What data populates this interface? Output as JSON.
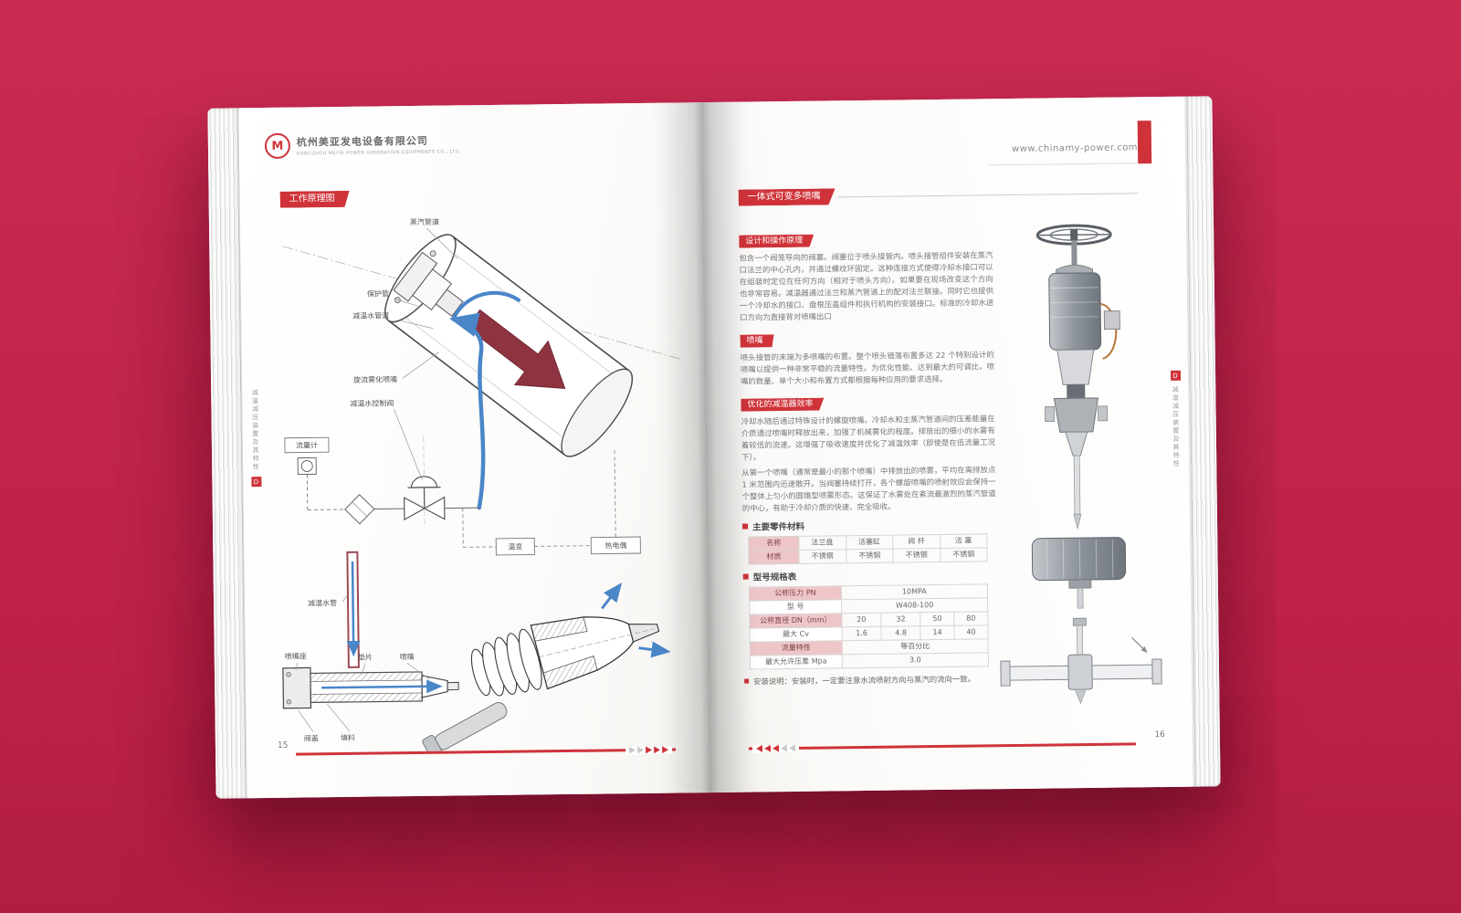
{
  "colors": {
    "background": "#bd2148",
    "accent_red": "#cf3339",
    "arrow_red": "#8e3340",
    "pipe_blue": "#4a86c8"
  },
  "left_page": {
    "logo": {
      "company_cn": "杭州美亚发电设备有限公司",
      "company_en": "HANGZHOU MEIYA POWER GENERATION EQUIPMENTS CO., LTD."
    },
    "banner": "工作原理图",
    "diagram": {
      "steam_pipe": "蒸汽管道",
      "protection_pipe": "保护管",
      "cooling_water_pipe": "减温水管道",
      "swirl_nozzle": "旋流雾化喷嘴",
      "control_valve": "减温水控制阀",
      "flow_meter": "流量计",
      "temp_transmitter": "温变",
      "thermocouple": "热电偶"
    },
    "bottom_diagram": {
      "water_tube": "减温水管",
      "nozzle_seat": "喷嘴座",
      "gasket": "垫片",
      "nozzle": "喷嘴",
      "bonnet": "阀盖",
      "packing": "填料"
    },
    "side_tab": {
      "text": "减温减压装置及其特性",
      "letter": "D"
    },
    "page_number": "15"
  },
  "right_page": {
    "website": "www.chinamy-power.com",
    "banner": "一体式可变多喷嘴",
    "sections": [
      {
        "heading": "设计和操作原理",
        "body": "包含一个阀笼导向的阀塞。阀塞位于喷头接管内。喷头接管组件安装在蒸汽口法兰的中心孔内，并通过螺纹环固定。这种连接方式使得冷却水接口可以在组装时定位在任何方向（相对于喷头方向）。如果要在现场改变这个方向也非常容易。减温器通过法兰和蒸汽管道上的配对法兰联接。同时它也提供一个冷却水的接口、盘根压盖组件和执行机构的安装接口。标准的冷却水进口方向为直接背对喷嘴出口"
      },
      {
        "heading": "喷嘴",
        "body": "喷头接管的末端为多喷嘴的布置。整个喷头错落布置多达 22 个特别设计的喷嘴以提供一种非常平稳的流量特性。为优化性能、达到最大的可调比，喷嘴的数量、单个大小和布置方式都根据每种应用的要求选择。"
      },
      {
        "heading": "优化的减温器效率",
        "body": "冷却水随后通过特殊设计的螺旋喷嘴。冷却水和主蒸汽管道间的压差能量在介质通过喷嘴时释放出来，加强了机械雾化的程度。排放出的细小的水雾有着较低的流速。这增强了吸收速度并优化了减温效率（即使是在低流量工况下）。",
        "body2": "从第一个喷嘴（通常是最小的那个喷嘴）中排放出的喷雾，平均在离排放点 1 米范围内迅速散开。当阀塞持续打开，各个螺旋喷嘴的喷射效应会保持一个整体上匀小的圆锥型喷雾形态。这保证了水雾处在紊流最激烈的蒸汽管道的中心，有助于冷却介质的快速、完全吸收。"
      }
    ],
    "materials": {
      "title": "主要零件材料",
      "columns": [
        "名称",
        "法兰盘",
        "活塞缸",
        "阀 杆",
        "活 塞"
      ],
      "row": [
        "材质",
        "不锈钢",
        "不锈钢",
        "不锈钢",
        "不锈钢"
      ]
    },
    "spec": {
      "title": "型号规格表",
      "rows": [
        {
          "label": "公称压力 PN",
          "values": [
            "10MPA"
          ]
        },
        {
          "label": "型 号",
          "values": [
            "W408-100"
          ]
        },
        {
          "label": "公称直径 DN（mm）",
          "values": [
            "20",
            "32",
            "50",
            "80"
          ]
        },
        {
          "label": "最大 Cv",
          "values": [
            "1.6",
            "4.8",
            "14",
            "40"
          ]
        },
        {
          "label": "流量特性",
          "values": [
            "等百分比"
          ]
        },
        {
          "label": "最大允许压差 Mpa",
          "values": [
            "3.0"
          ]
        }
      ]
    },
    "install_note": "安装说明：安装时，一定要注意水流喷射方向与蒸汽的流向一致。",
    "side_tab": {
      "text": "减温减压装置及其特性",
      "letter": "D"
    },
    "page_number": "16"
  }
}
